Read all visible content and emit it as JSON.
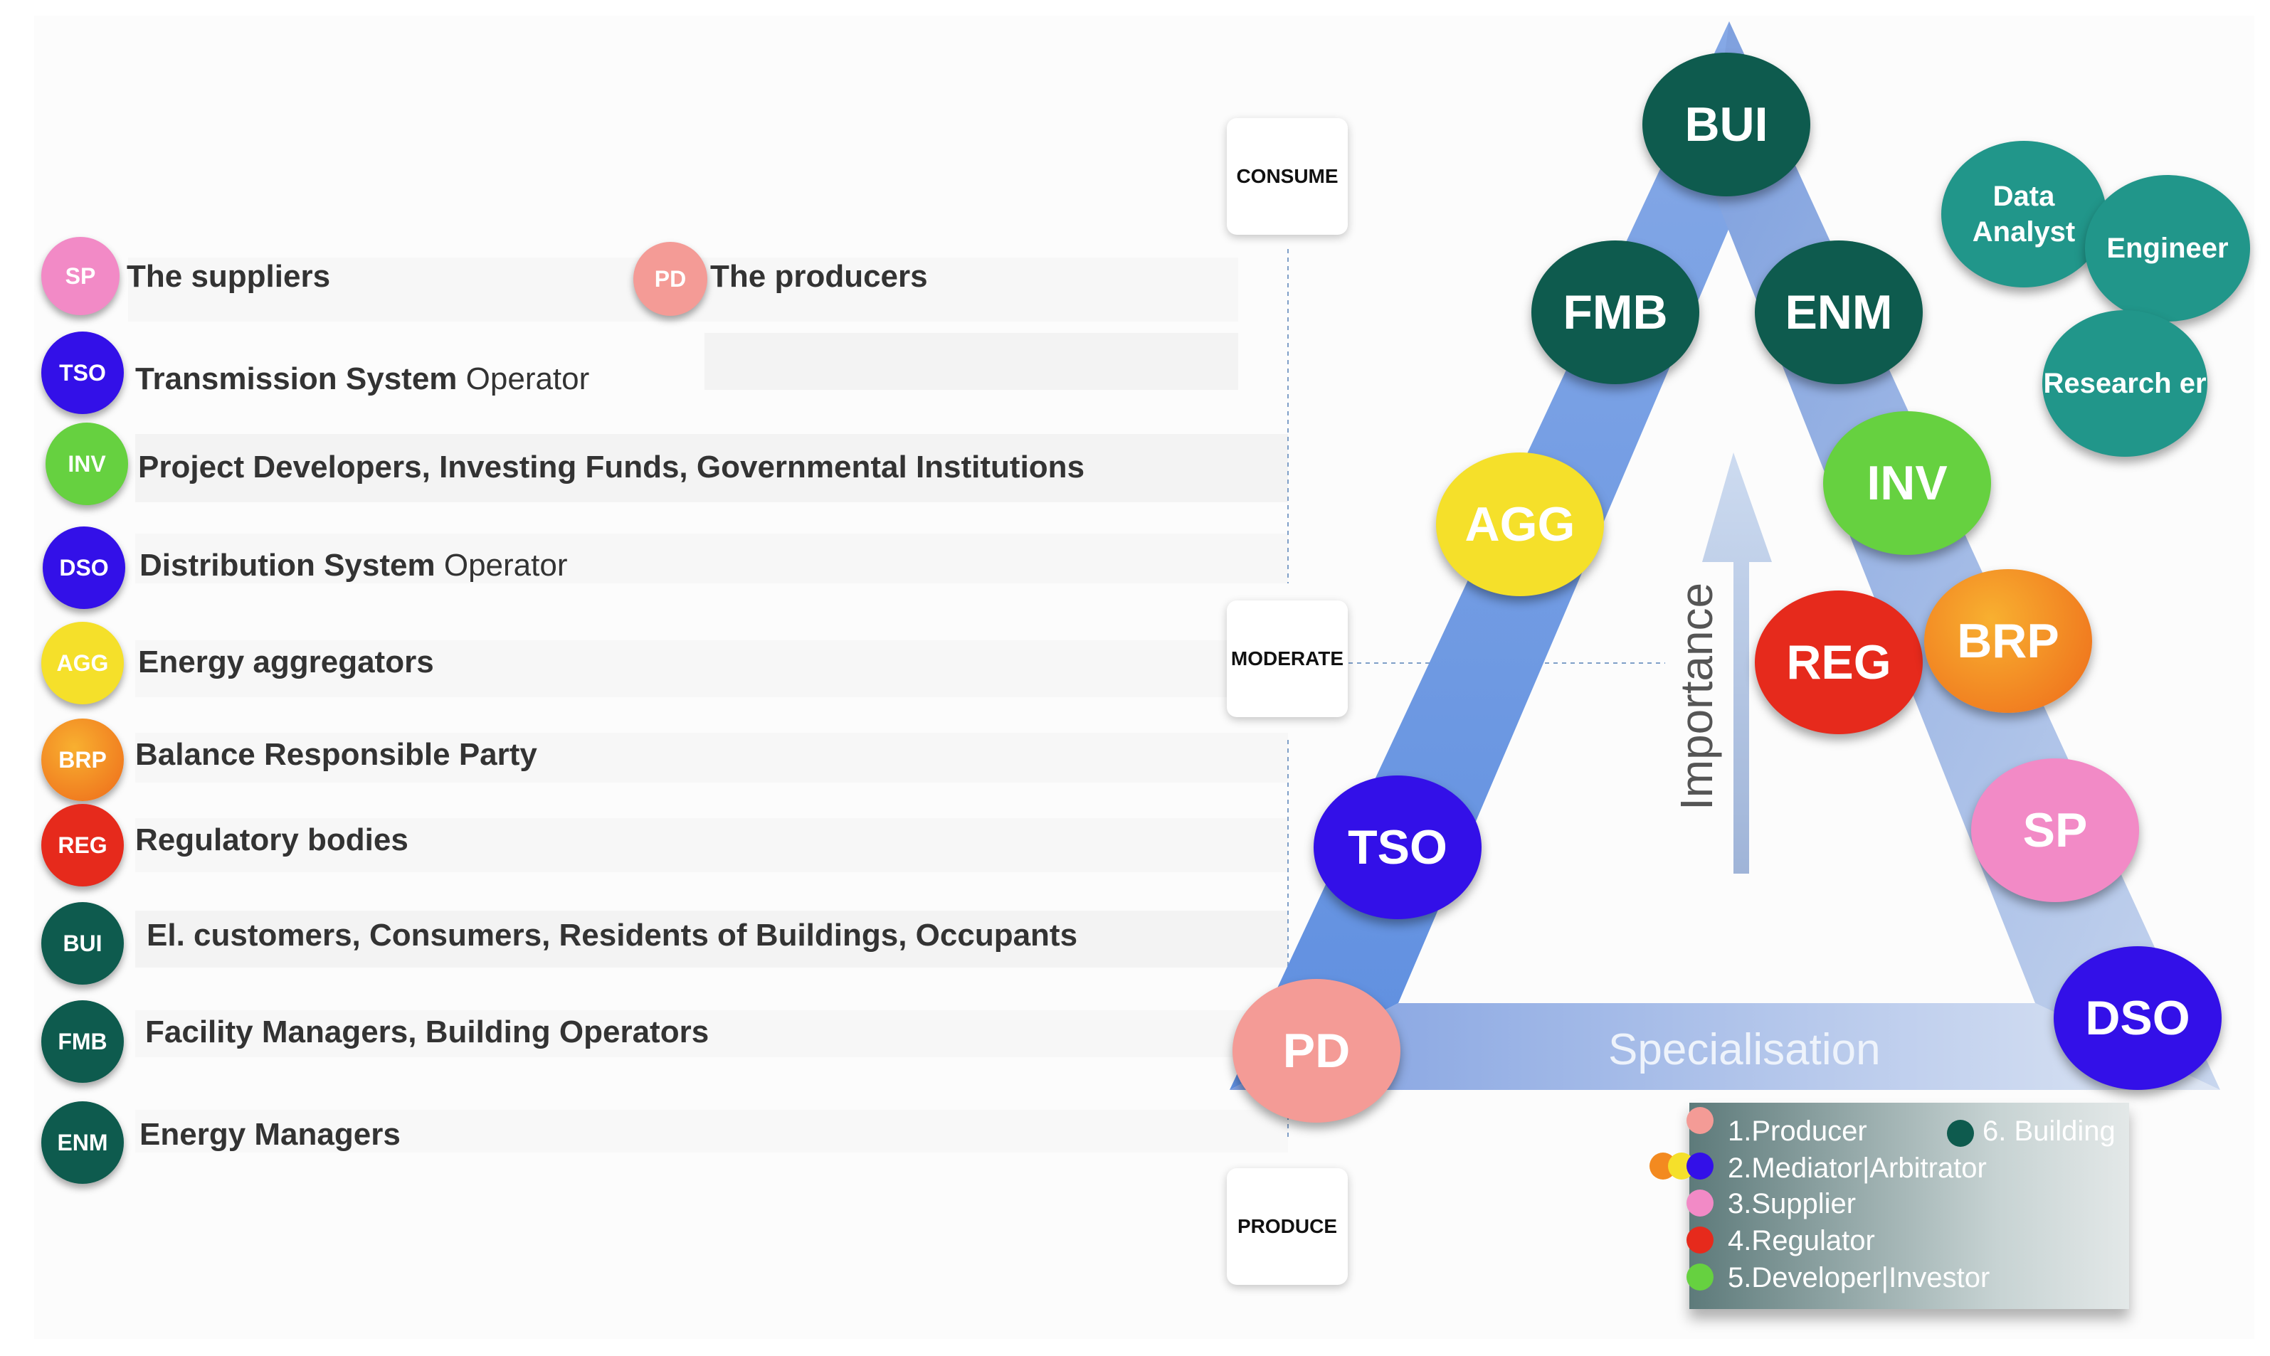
{
  "legend": [
    {
      "badge": "SP",
      "bold": "The suppliers",
      "rest": "",
      "color": "#f28ac6"
    },
    {
      "badge": "PD",
      "bold": "The producers",
      "rest": "",
      "color": "#f49b96"
    },
    {
      "badge": "TSO",
      "bold": "Transmission System",
      "rest": " Operator",
      "color": "#3310e8"
    },
    {
      "badge": "INV",
      "bold": "Project Developers, Investing Funds, Governmental Institutions",
      "rest": "",
      "color": "#66d140"
    },
    {
      "badge": "DSO",
      "bold": "Distribution System",
      "rest": " Operator",
      "color": "#3310e8"
    },
    {
      "badge": "AGG",
      "bold": "Energy aggregators",
      "rest": "",
      "color": "#f5e02a"
    },
    {
      "badge": "BRP",
      "bold": "Balance Responsible Party",
      "rest": "",
      "color": "#f38a20"
    },
    {
      "badge": "REG",
      "bold": "Regulatory bodies",
      "rest": "",
      "color": "#e62a1c"
    },
    {
      "badge": "BUI",
      "bold": "El. customers, Consumers, Residents of Buildings, Occupants",
      "rest": "",
      "color": "#0e5b4e"
    },
    {
      "badge": "FMB",
      "bold": "Facility Managers, Building Operators",
      "rest": "",
      "color": "#0e5b4e"
    },
    {
      "badge": "ENM",
      "bold": "Energy Managers",
      "rest": "",
      "color": "#0e5b4e"
    }
  ],
  "levels": {
    "consume": "CONSUME",
    "moderate": "MODERATE",
    "produce": "PRODUCE"
  },
  "triangle": {
    "importance": "Importance",
    "specialisation": "Specialisation",
    "nodes": {
      "bui": "BUI",
      "fmb": "FMB",
      "enm": "ENM",
      "agg": "AGG",
      "inv": "INV",
      "reg": "REG",
      "brp": "BRP",
      "tso": "TSO",
      "sp": "SP",
      "pd": "PD",
      "dso": "DSO"
    },
    "extra": {
      "data_analyst": "Data Analyst",
      "engineer": "Engineer",
      "researcher": "Research er"
    }
  },
  "key": [
    {
      "label": "1.Producer"
    },
    {
      "label": "2.Mediator|Arbitrator"
    },
    {
      "label": "3.Supplier"
    },
    {
      "label": "4.Regulator"
    },
    {
      "label": "5.Developer|Investor"
    },
    {
      "label": "6. Building"
    }
  ],
  "colors": {
    "dark_green": "#0e5b4e",
    "teal": "#21968a",
    "blue": "#3310e8",
    "green": "#66d140",
    "yellow": "#f5e02a",
    "orange": "#f38a20",
    "red": "#e62a1c",
    "pink": "#f28ac6",
    "salmon": "#f49b96"
  }
}
